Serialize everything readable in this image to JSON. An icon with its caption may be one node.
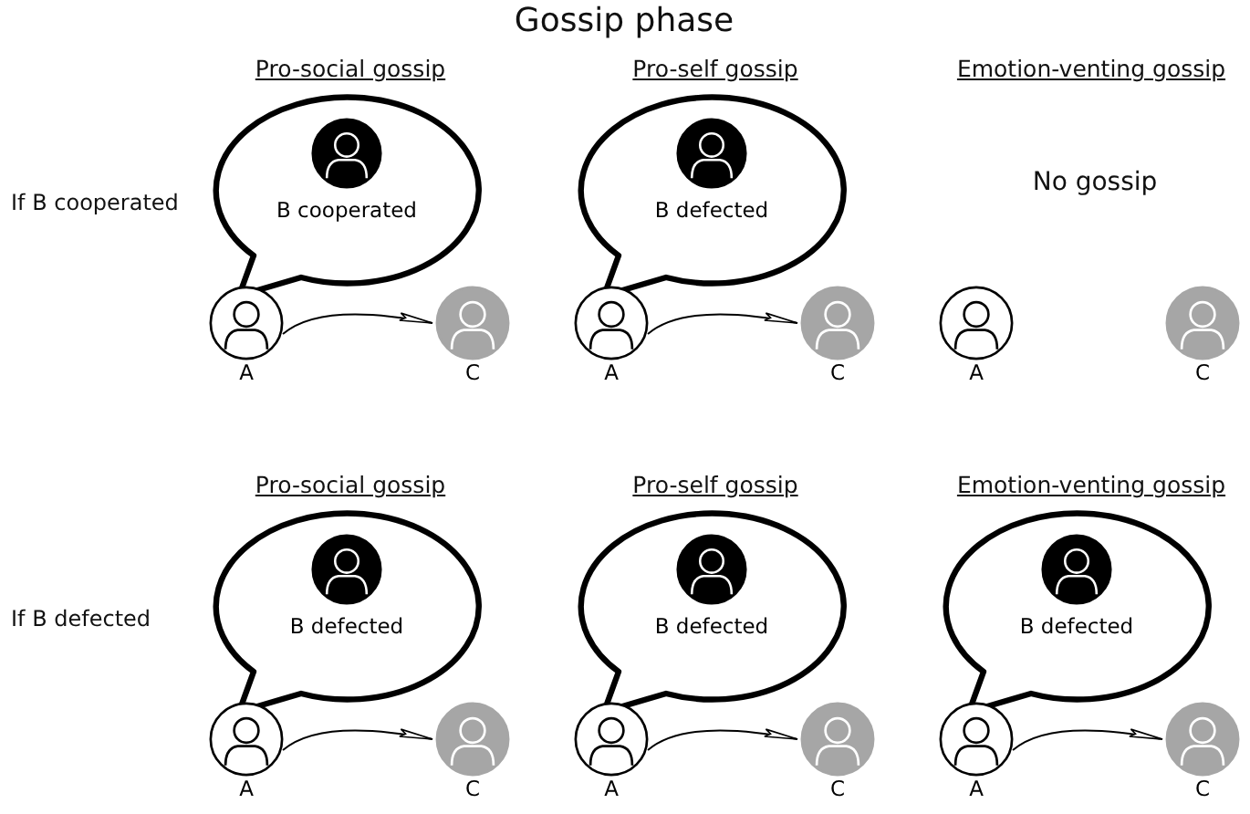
{
  "diagram": {
    "title": "Gossip phase",
    "nodes": [
      {
        "text": [
          "B cooperated"
        ]
      },
      {
        "text": [
          "A"
        ]
      },
      {
        "text": [
          "C"
        ]
      },
      {
        "text": [
          "B defected"
        ]
      },
      {
        "text": [
          "A"
        ]
      },
      {
        "text": [
          "C"
        ]
      },
      {
        "text": [
          "A"
        ]
      },
      {
        "text": [
          "C"
        ]
      },
      {
        "text": [
          "B defected"
        ]
      },
      {
        "text": [
          "A"
        ]
      },
      {
        "text": [
          "C"
        ]
      },
      {
        "text": [
          "B defected"
        ]
      },
      {
        "text": [
          "A"
        ]
      },
      {
        "text": [
          "C"
        ]
      },
      {
        "text": [
          "B defected"
        ]
      },
      {
        "text": [
          "A"
        ]
      },
      {
        "text": [
          "C"
        ]
      }
    ],
    "edges": [
      {
        "from": 1,
        "to": 2,
        "arrow": "to"
      },
      {
        "from": 4,
        "to": 5,
        "arrow": "to"
      },
      {
        "from": 9,
        "to": 10,
        "arrow": "to"
      },
      {
        "from": 12,
        "to": 13,
        "arrow": "to"
      },
      {
        "from": 15,
        "to": 16,
        "arrow": "to"
      }
    ],
    "labels": [
      "Pro-social gossip",
      "Pro-self gossip",
      "Emotion-venting gossip",
      "If B cooperated",
      "No gossip",
      "Pro-social gossip",
      "Pro-self gossip",
      "Emotion-venting gossip",
      "If B defected"
    ]
  }
}
